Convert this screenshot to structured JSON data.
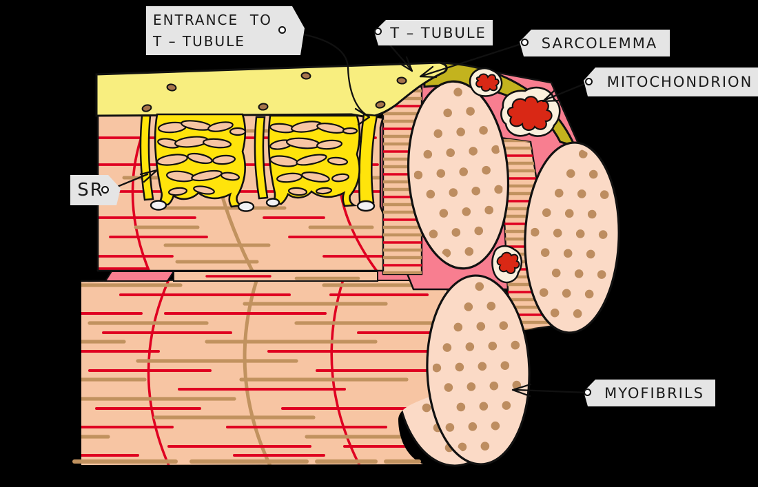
{
  "figure": {
    "subject": "muscle-fibre-ultrastructure-diagram",
    "background": "#000000"
  },
  "labels": {
    "entrance": {
      "lines": [
        "ENTRANCE  TO",
        "T – TUBULE"
      ]
    },
    "t_tubule": {
      "text": "T – TUBULE"
    },
    "sarcolemma": {
      "text": "SARCOLEMMA"
    },
    "mitochondrion": {
      "text": "MITOCHONDRION"
    },
    "sr": {
      "text": "SR"
    },
    "myofibrils": {
      "text": "MYOFIBRILS"
    }
  },
  "colors": {
    "background": "#000000",
    "label_bg": "#E5E5E5",
    "label_text": "#1A1A1A",
    "outline": "#111111",
    "band_yellow": "#F8EE7F",
    "band_dot": "#A6744B",
    "sr_yellow": "#FFE40B",
    "salmon": "#F7C5A3",
    "stripe_red": "#DF0021",
    "stripe_tan": "#C1925F",
    "dark_red": "#BB0016",
    "pink": "#F87E90",
    "olive": "#C3B31E",
    "cross_fill": "#FBDAC6",
    "cross_dot": "#BD8D60",
    "mito_red": "#D92815",
    "mito_cream": "#FAEFDC",
    "cap_white": "#F2F1F4"
  }
}
